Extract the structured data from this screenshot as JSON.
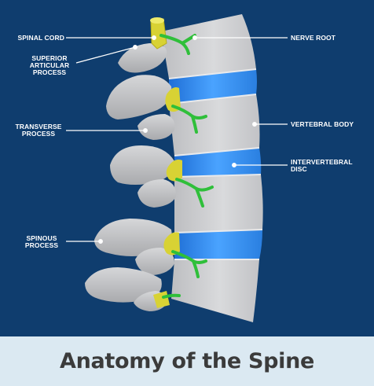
{
  "labels": {
    "spinal_cord": "SPINAL CORD",
    "superior_articular_process": [
      "SUPERIOR",
      "ARTICULAR",
      "PROCESS"
    ],
    "transverse_process": [
      "TRANSVERSE",
      "PROCESS"
    ],
    "spinous_process": [
      "SPINOUS",
      "PROCESS"
    ],
    "nerve_root": "NERVE ROOT",
    "vertebral_body": "VERTEBRAL BODY",
    "intervertebral_disc": [
      "INTERVERTEBRAL",
      "DISC"
    ]
  },
  "caption": "Anatomy of the Spine",
  "colors": {
    "background": "#0f3d6e",
    "caption_bar": "#dbe9f2",
    "bone": "#d7d8da",
    "disc": "#2f86e6",
    "cord": "#d8d234",
    "nerve": "#2fbf3a"
  }
}
